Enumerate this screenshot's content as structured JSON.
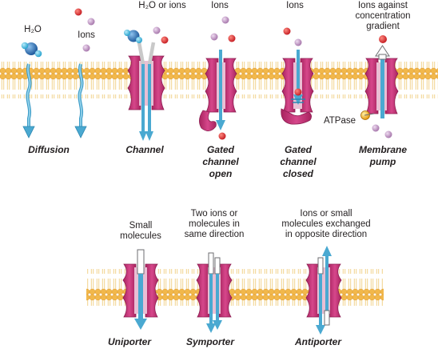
{
  "top": {
    "diffusion": {
      "caption": [
        "Diffusion"
      ],
      "label_water": "H₂O",
      "label_ions": "Ions"
    },
    "channel": {
      "caption": [
        "Channel"
      ],
      "label": "H₂O or ions"
    },
    "gated_open": {
      "caption": [
        "Gated",
        "channel",
        "open"
      ],
      "label": "Ions"
    },
    "gated_closed": {
      "caption": [
        "Gated",
        "channel",
        "closed"
      ],
      "label": "Ions"
    },
    "pump": {
      "caption": [
        "Membrane",
        "pump"
      ],
      "label": [
        "Ions against",
        "concentration",
        "gradient"
      ],
      "atpase": "ATPase"
    }
  },
  "bottom": {
    "uniporter": {
      "caption": [
        "Uniporter"
      ],
      "label": [
        "Small",
        "molecules"
      ]
    },
    "symporter": {
      "caption": [
        "Symporter"
      ],
      "label": [
        "Two ions or",
        "molecules in",
        "same direction"
      ]
    },
    "antiporter": {
      "caption": [
        "Antiporter"
      ],
      "label": [
        "Ions or small",
        "molecules exchanged",
        "in opposite direction"
      ]
    }
  },
  "colors": {
    "lipid_head": "#f2b84b",
    "lipid_tail": "#f6cf7a",
    "protein": "#c2337a",
    "protein_light": "#e06aa0",
    "channel_core": "#e9c2d6",
    "arrow": "#58b4d8",
    "ion_red": "#d8262c",
    "ion_purple": "#c49ac8",
    "water": "#2f6db0",
    "atp": "#f5b820"
  }
}
